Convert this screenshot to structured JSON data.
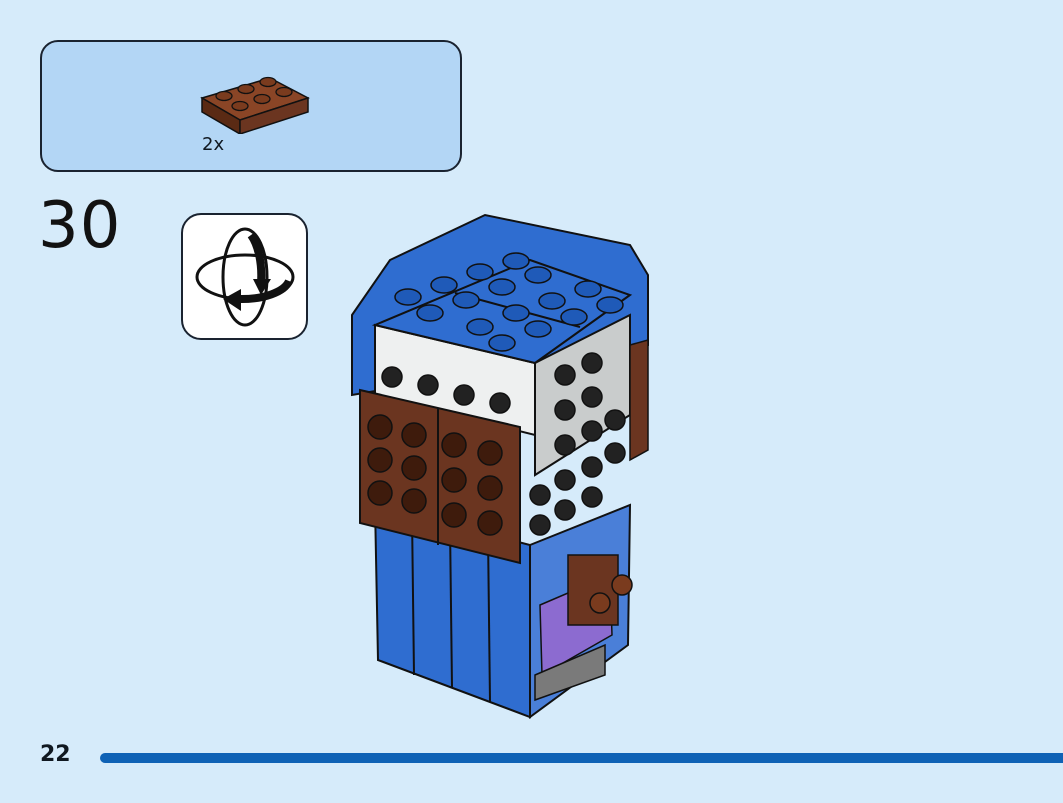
{
  "parts_callout": {
    "quantity_label": "2x",
    "part_color": "#6b3520",
    "part_icon": "brown-plate-2x3-icon"
  },
  "step": {
    "number": "30"
  },
  "rotate_icon": "rotate-model-icon",
  "footer": {
    "page_number": "22",
    "progress_fraction": 1.0,
    "progress_color": "#0f62b5"
  },
  "colors": {
    "background": "#d6ebfa",
    "callout_fill": "#b3d6f5",
    "model_blue": "#2f6dd0",
    "model_brown": "#6b3520",
    "model_white": "#e8eaea",
    "model_purple": "#8c6bd0"
  }
}
